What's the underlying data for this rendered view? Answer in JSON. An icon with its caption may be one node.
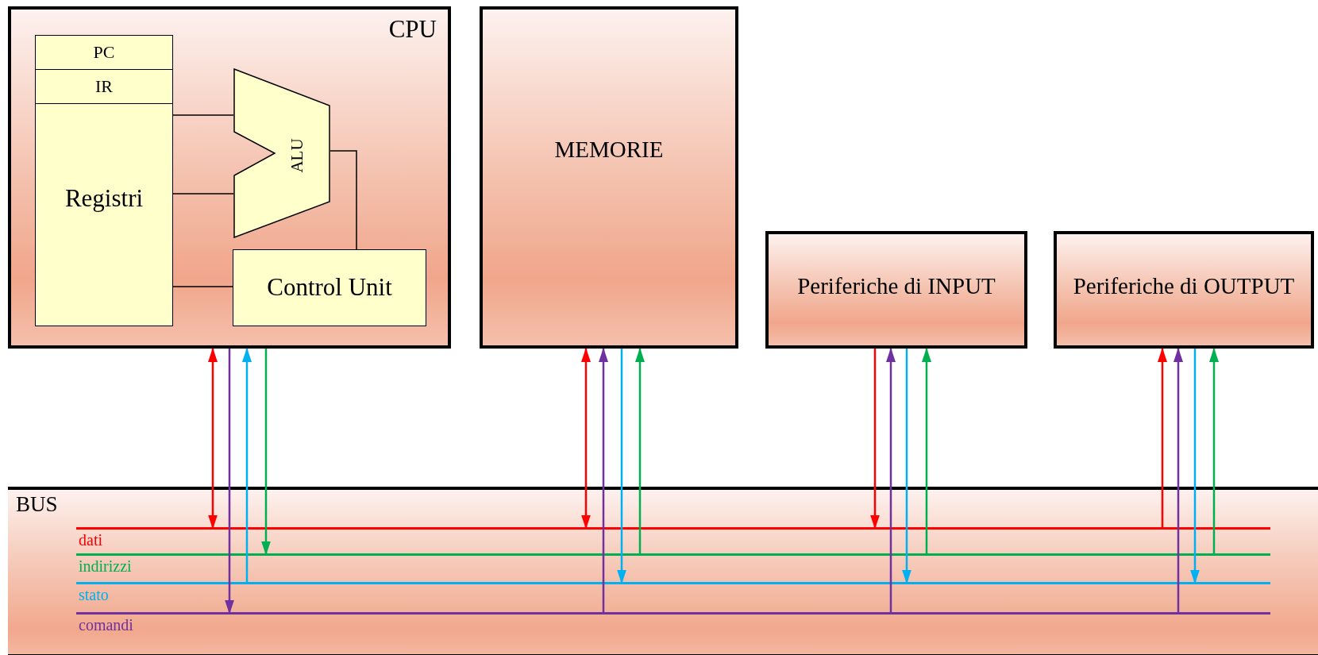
{
  "diagram": {
    "nodes": [
      {
        "text": [
          "CPU"
        ]
      },
      {
        "text": [
          "PC"
        ],
        "in": 0
      },
      {
        "text": [
          "IR"
        ],
        "in": 0
      },
      {
        "text": [
          "Registri"
        ],
        "in": 0
      },
      {
        "text": [
          "ALU"
        ],
        "in": 0
      },
      {
        "text": [
          "Control Unit"
        ],
        "in": 0
      },
      {
        "text": [
          "MEMORIE"
        ]
      },
      {
        "text": [
          "Periferiche di INPUT"
        ]
      },
      {
        "text": [
          "Periferiche di OUTPUT"
        ]
      },
      {
        "text": [
          "BUS"
        ]
      },
      {
        "text": [],
        "shape": "bar",
        "beside": [
          "dati"
        ],
        "in": 9
      },
      {
        "text": [],
        "shape": "bar",
        "beside": [
          "indirizzi"
        ],
        "in": 9
      },
      {
        "text": [],
        "shape": "bar",
        "beside": [
          "stato"
        ],
        "in": 9
      },
      {
        "text": [],
        "shape": "bar",
        "beside": [
          "comandi"
        ],
        "in": 9
      }
    ],
    "edges": [
      {
        "from": 3,
        "to": 4,
        "arrow": "none"
      },
      {
        "from": 3,
        "to": 4,
        "arrow": "none"
      },
      {
        "from": 3,
        "to": 5,
        "arrow": "none"
      },
      {
        "from": 4,
        "to": 5,
        "arrow": "none"
      },
      {
        "from": 0,
        "to": 10,
        "arrow": "both",
        "color": "#ff0000"
      },
      {
        "from": 0,
        "to": 13,
        "arrow": "to",
        "color": "#7030a0"
      },
      {
        "from": 12,
        "to": 0,
        "arrow": "to",
        "color": "#00b0f0"
      },
      {
        "from": 0,
        "to": 11,
        "arrow": "to",
        "color": "#00b050"
      },
      {
        "from": 6,
        "to": 10,
        "arrow": "both",
        "color": "#ff0000"
      },
      {
        "from": 13,
        "to": 6,
        "arrow": "to",
        "color": "#7030a0"
      },
      {
        "from": 6,
        "to": 12,
        "arrow": "to",
        "color": "#00b0f0"
      },
      {
        "from": 11,
        "to": 6,
        "arrow": "to",
        "color": "#00b050"
      },
      {
        "from": 7,
        "to": 10,
        "arrow": "to",
        "color": "#ff0000"
      },
      {
        "from": 13,
        "to": 7,
        "arrow": "to",
        "color": "#7030a0"
      },
      {
        "from": 7,
        "to": 12,
        "arrow": "to",
        "color": "#00b0f0"
      },
      {
        "from": 11,
        "to": 7,
        "arrow": "to",
        "color": "#00b050"
      },
      {
        "from": 10,
        "to": 8,
        "arrow": "to",
        "color": "#ff0000"
      },
      {
        "from": 13,
        "to": 8,
        "arrow": "to",
        "color": "#7030a0"
      },
      {
        "from": 8,
        "to": 12,
        "arrow": "to",
        "color": "#00b0f0"
      },
      {
        "from": 11,
        "to": 8,
        "arrow": "to",
        "color": "#00b050"
      }
    ]
  }
}
